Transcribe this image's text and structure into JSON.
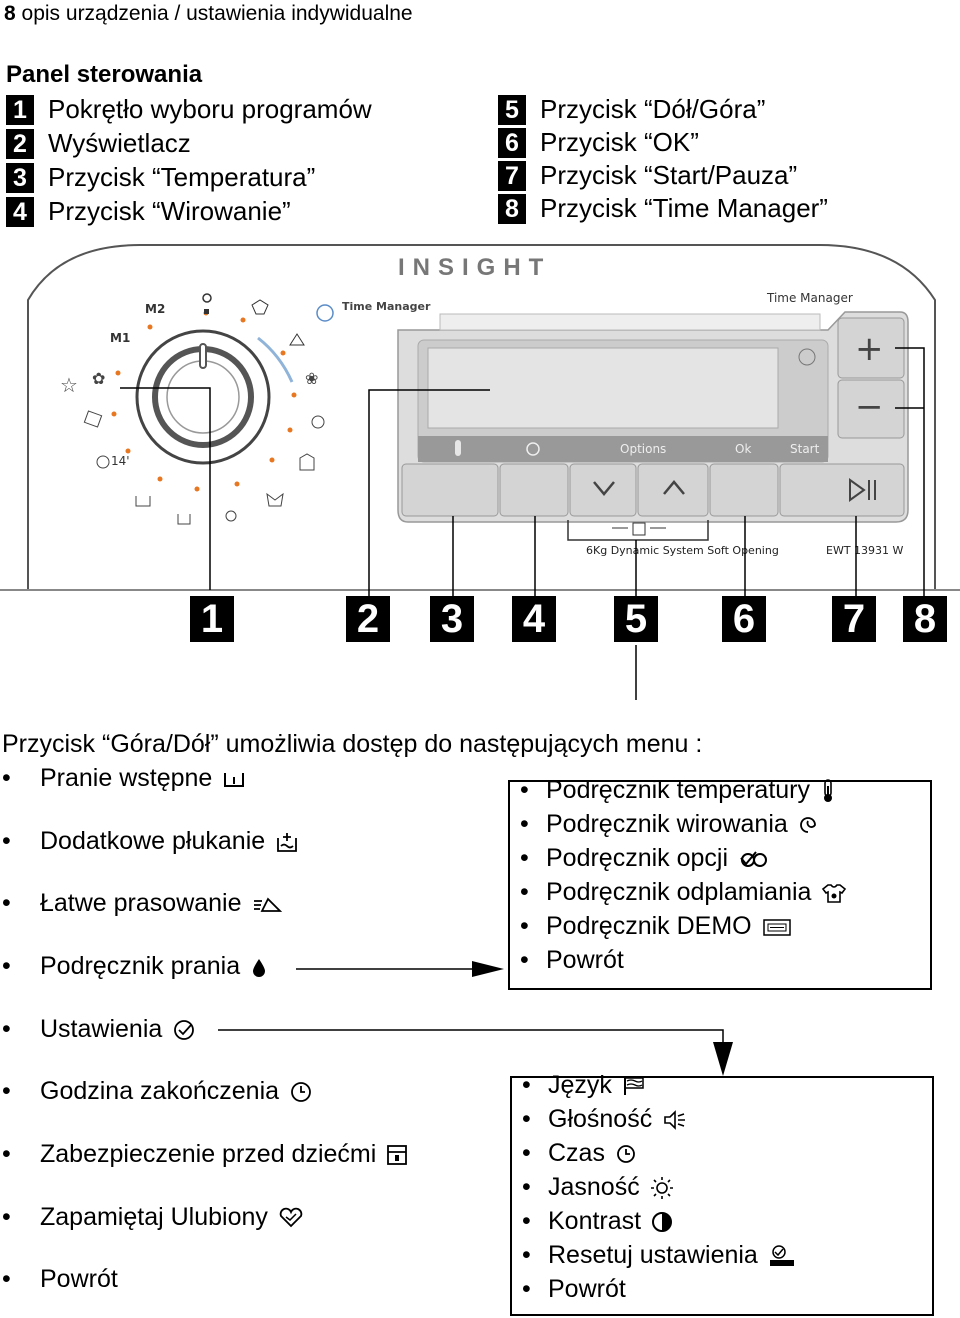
{
  "header": {
    "number": "8",
    "text": "opis urządzenia / ustawienia indywidualne"
  },
  "panel": {
    "title": "Panel sterowania",
    "legend_left": [
      {
        "n": "1",
        "label": "Pokrętło wyboru programów"
      },
      {
        "n": "2",
        "label": "Wyświetlacz"
      },
      {
        "n": "3",
        "label": "Przycisk “Temperatura”"
      },
      {
        "n": "4",
        "label": "Przycisk “Wirowanie”"
      }
    ],
    "legend_right": [
      {
        "n": "5",
        "label": "Przycisk “Dół/Góra”"
      },
      {
        "n": "6",
        "label": "Przycisk “OK”"
      },
      {
        "n": "7",
        "label": "Przycisk “Start/Pauza”"
      },
      {
        "n": "8",
        "label": "Przycisk “Time Manager”"
      }
    ]
  },
  "machine": {
    "brand": "INSIGHT",
    "time_manager_label": "Time Manager",
    "tm_icon_label": "Time Manager",
    "dial_m2": "M2",
    "dial_m1": "M1",
    "dial_14": "14'",
    "display_options": "Options",
    "display_ok": "Ok",
    "display_start": "Start",
    "model_text": "6Kg Dynamic System Soft Opening",
    "model_code": "EWT 13931 W",
    "plus": "+",
    "minus": "−"
  },
  "callouts": [
    "1",
    "2",
    "3",
    "4",
    "5",
    "6",
    "7",
    "8"
  ],
  "menus": {
    "intro": "Przycisk “Góra/Dół” umożliwia dostęp do następujących menu :",
    "main": [
      {
        "label": "Pranie wstępne",
        "icon": "prewash-icon"
      },
      {
        "label": "Dodatkowe płukanie",
        "icon": "extra-rinse-icon"
      },
      {
        "label": "Łatwe prasowanie",
        "icon": "easy-iron-icon"
      },
      {
        "label": "Podręcznik prania",
        "icon": "drop-icon"
      },
      {
        "label": "Ustawienia",
        "icon": "settings-check-icon"
      },
      {
        "label": "Godzina zakończenia",
        "icon": "end-time-clock-icon"
      },
      {
        "label": "Zabezpieczenie przed dziećmi",
        "icon": "child-lock-icon"
      },
      {
        "label": "Zapamiętaj Ulubiony",
        "icon": "heart-icon"
      },
      {
        "label": "Powrót",
        "icon": ""
      }
    ],
    "guide": [
      {
        "label": "Podręcznik temperatury",
        "icon": "thermometer-icon"
      },
      {
        "label": "Podręcznik wirowania",
        "icon": "spin-icon"
      },
      {
        "label": "Podręcznik opcji",
        "icon": "options-icon"
      },
      {
        "label": "Podręcznik odplamiania",
        "icon": "stain-shirt-icon"
      },
      {
        "label": "Podręcznik DEMO",
        "icon": "demo-icon"
      },
      {
        "label": "Powrót",
        "icon": ""
      }
    ],
    "settings": [
      {
        "label": "Język",
        "icon": "language-flag-icon"
      },
      {
        "label": "Głośność",
        "icon": "speaker-icon"
      },
      {
        "label": "Czas",
        "icon": "clock-icon"
      },
      {
        "label": "Jasność",
        "icon": "sun-icon"
      },
      {
        "label": "Kontrast",
        "icon": "contrast-icon"
      },
      {
        "label": "Resetuj ustawienia",
        "icon": "default-reset-icon"
      },
      {
        "label": "Powrót",
        "icon": ""
      }
    ]
  }
}
